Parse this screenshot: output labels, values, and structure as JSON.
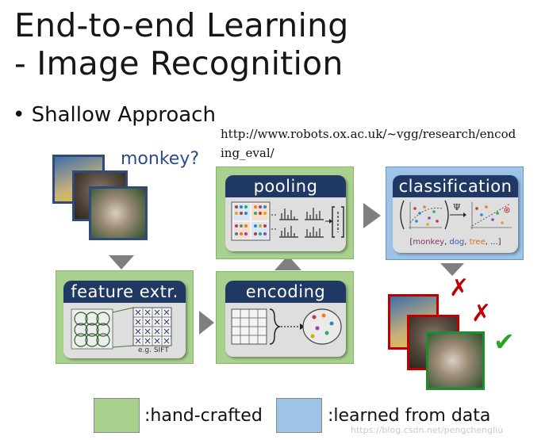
{
  "title_line1": "End-to-end Learning",
  "title_line2": "- Image Recognition",
  "bullet": {
    "symbol": "•",
    "text": "Shallow Approach"
  },
  "url_line1": "http://www.robots.ox.ac.uk/~vgg/research/encod",
  "url_line2": "ing_eval/",
  "input_label": "monkey?",
  "stages": {
    "feature": {
      "label": "feature extr.",
      "caption": "e.g. SIFT",
      "type": "hand-crafted"
    },
    "encoding": {
      "label": "encoding",
      "type": "hand-crafted"
    },
    "pooling": {
      "label": "pooling",
      "type": "hand-crafted"
    },
    "classification": {
      "label": "classification",
      "type": "learned from data",
      "symbol": "Ψ"
    }
  },
  "class_list": {
    "open": "[",
    "items": [
      {
        "text": "monkey",
        "color": "#8b2f6a"
      },
      {
        "text": "dog",
        "color": "#2e5ca8"
      },
      {
        "text": "tree",
        "color": "#d6701d"
      },
      {
        "text": "...",
        "color": "#333333"
      }
    ],
    "sep": ", ",
    "close": "]"
  },
  "results": [
    {
      "mark": "✗",
      "color": "#c00000"
    },
    {
      "mark": "✗",
      "color": "#c00000"
    },
    {
      "mark": "✔",
      "color": "#2ca32c"
    }
  ],
  "legend": [
    {
      "text": ":hand-crafted",
      "color": "#a9d18e"
    },
    {
      "text": ":learned from data",
      "color": "#9dc3e6"
    }
  ],
  "watermark": "https://blog.csdn.net/pengchengliu",
  "colors": {
    "green": "#a9d18e",
    "blue": "#9dc3e6",
    "header": "#1f3864",
    "arrow": "#7f7f7f"
  }
}
